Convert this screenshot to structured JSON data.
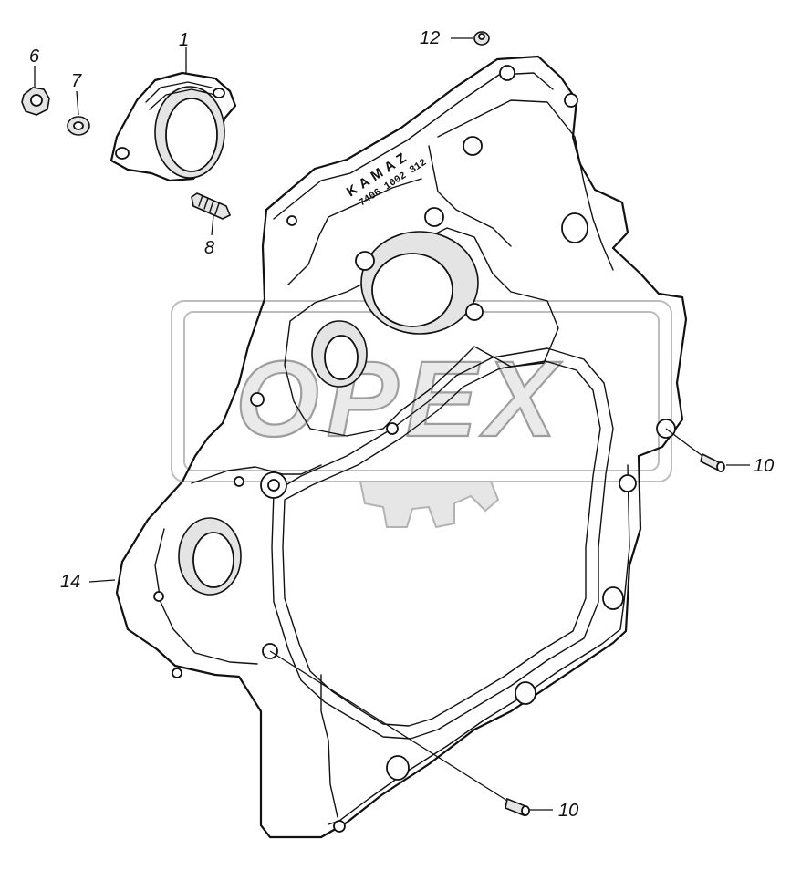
{
  "diagram": {
    "brand_text": "KAMAZ",
    "cast_part_number": "7406 1002 312",
    "watermark": "OPEX",
    "callouts": {
      "c1": "1",
      "c6": "6",
      "c7": "7",
      "c8": "8",
      "c10a": "10",
      "c10b": "10",
      "c12": "12",
      "c14": "14"
    }
  }
}
